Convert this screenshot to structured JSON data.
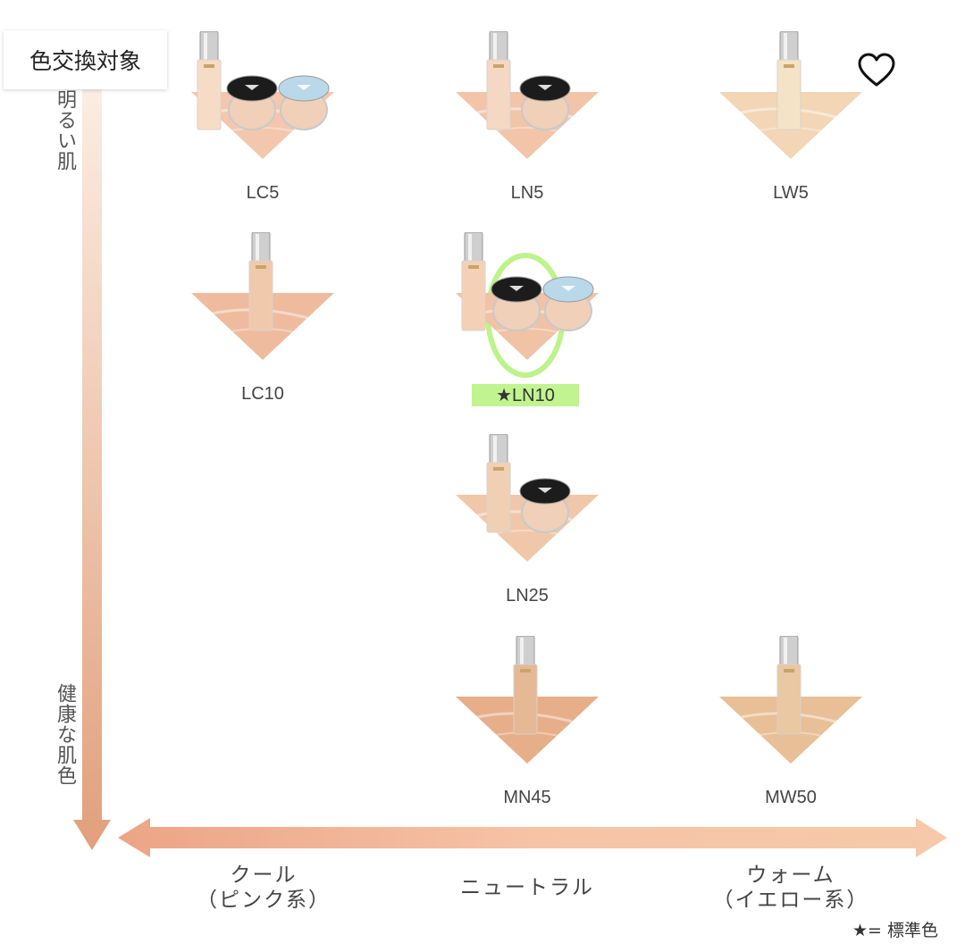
{
  "tag": {
    "label": "色交換対象"
  },
  "axes": {
    "vertical_top": "明るい肌",
    "vertical_bottom": "健康な肌色",
    "horizontal": [
      {
        "line1": "クール",
        "line2": "（ピンク系）"
      },
      {
        "line1": "ニュートラル",
        "line2": ""
      },
      {
        "line1": "ウォーム",
        "line2": "（イエロー系）"
      }
    ]
  },
  "legend": "★= 標準色",
  "products": [
    {
      "code": "LC5",
      "color": "#f3c7ad",
      "bottle": "#f6dcc6",
      "compacts": [
        "black",
        "blue"
      ]
    },
    {
      "code": "LN5",
      "color": "#f2c4a8",
      "bottle": "#f5d8c4",
      "compacts": [
        "black"
      ]
    },
    {
      "code": "LW5",
      "color": "#f2d6b5",
      "bottle": "#f5e3c8",
      "compacts": []
    },
    {
      "code": "LC10",
      "color": "#efbb9e",
      "bottle": "#f0c9ad",
      "compacts": []
    },
    {
      "code": "★LN10",
      "color": "#f0c2a6",
      "bottle": "#f4d1b6",
      "compacts": [
        "black",
        "blue"
      ],
      "highlighted": true
    },
    {
      "code": "LN25",
      "color": "#f1c7aa",
      "bottle": "#efd0b4",
      "compacts": [
        "black"
      ]
    },
    {
      "code": "MN45",
      "color": "#e7ae8a",
      "bottle": "#e5b996",
      "compacts": []
    },
    {
      "code": "MW50",
      "color": "#e8bf96",
      "bottle": "#e9c8a2",
      "compacts": []
    }
  ]
}
